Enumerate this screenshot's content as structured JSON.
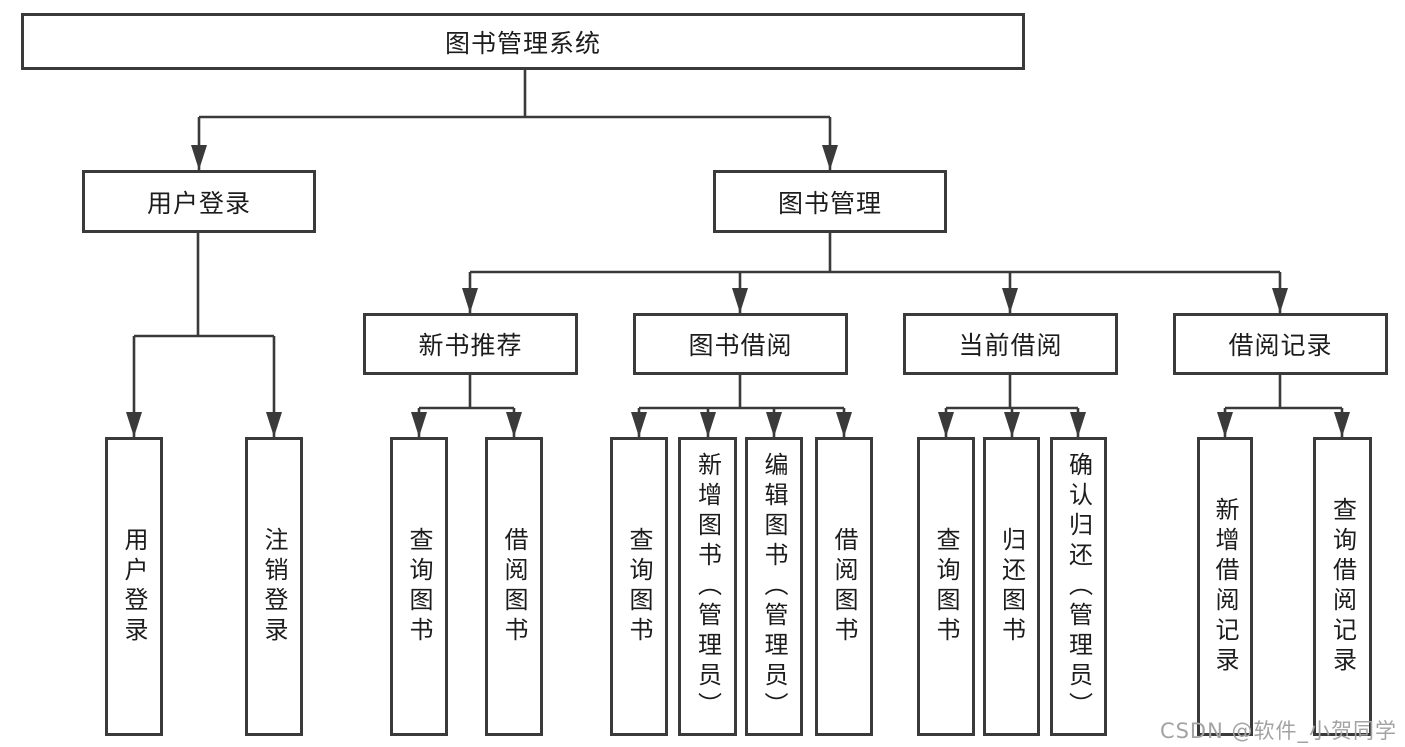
{
  "diagram": {
    "root": {
      "label": "图书管理系统"
    },
    "branches": [
      {
        "label": "用户登录",
        "children": [
          {
            "label": "用户登录"
          },
          {
            "label": "注销登录"
          }
        ]
      },
      {
        "label": "图书管理",
        "children": [
          {
            "label": "新书推荐",
            "children": [
              {
                "label": "查询图书"
              },
              {
                "label": "借阅图书"
              }
            ]
          },
          {
            "label": "图书借阅",
            "children": [
              {
                "label": "查询图书"
              },
              {
                "label": "新增图书（管理员）"
              },
              {
                "label": "编辑图书（管理员）"
              },
              {
                "label": "借阅图书"
              }
            ]
          },
          {
            "label": "当前借阅",
            "children": [
              {
                "label": "查询图书"
              },
              {
                "label": "归还图书"
              },
              {
                "label": "确认归还（管理员）"
              }
            ]
          },
          {
            "label": "借阅记录",
            "children": [
              {
                "label": "新增借阅记录"
              },
              {
                "label": "查询借阅记录"
              }
            ]
          }
        ]
      }
    ]
  },
  "watermark": {
    "text": "CSDN @软件_小贺同学"
  },
  "colors": {
    "line": "#3a3a3a",
    "box_border": "#3a3a3a",
    "text": "#1c1c1c",
    "background": "#ffffff",
    "watermark": "#a3a3a3"
  }
}
